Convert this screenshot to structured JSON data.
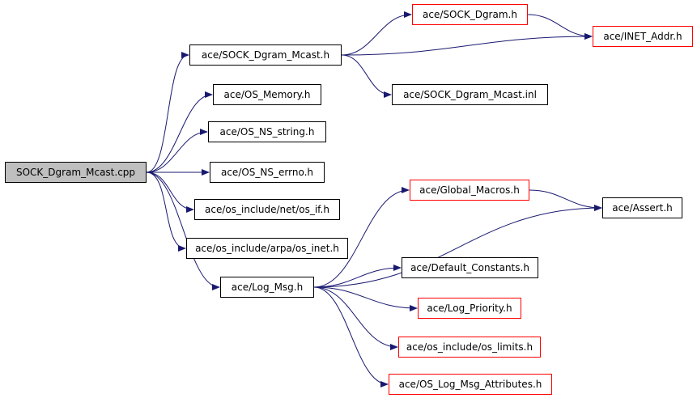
{
  "graph": {
    "colors": {
      "edge": "#191970",
      "border": "#000000",
      "border_linked": "#ff0000",
      "root_fill": "#bfbfbf",
      "node_fill": "#ffffff"
    },
    "nodes": [
      {
        "id": "root",
        "label": "SOCK_Dgram_Mcast.cpp",
        "style": "root"
      },
      {
        "id": "mcast_h",
        "label": "ace/SOCK_Dgram_Mcast.h",
        "style": "black"
      },
      {
        "id": "sock_dgram",
        "label": "ace/SOCK_Dgram.h",
        "style": "red"
      },
      {
        "id": "inet_addr",
        "label": "ace/INET_Addr.h",
        "style": "red"
      },
      {
        "id": "mcast_inl",
        "label": "ace/SOCK_Dgram_Mcast.inl",
        "style": "black"
      },
      {
        "id": "os_memory",
        "label": "ace/OS_Memory.h",
        "style": "black"
      },
      {
        "id": "os_ns_string",
        "label": "ace/OS_NS_string.h",
        "style": "black"
      },
      {
        "id": "os_ns_errno",
        "label": "ace/OS_NS_errno.h",
        "style": "black"
      },
      {
        "id": "os_if",
        "label": "ace/os_include/net/os_if.h",
        "style": "black"
      },
      {
        "id": "os_inet",
        "label": "ace/os_include/arpa/os_inet.h",
        "style": "black"
      },
      {
        "id": "log_msg",
        "label": "ace/Log_Msg.h",
        "style": "black"
      },
      {
        "id": "global_macros",
        "label": "ace/Global_Macros.h",
        "style": "red"
      },
      {
        "id": "assert",
        "label": "ace/Assert.h",
        "style": "black"
      },
      {
        "id": "default_constants",
        "label": "ace/Default_Constants.h",
        "style": "black"
      },
      {
        "id": "log_priority",
        "label": "ace/Log_Priority.h",
        "style": "red"
      },
      {
        "id": "os_limits",
        "label": "ace/os_include/os_limits.h",
        "style": "red"
      },
      {
        "id": "log_msg_attr",
        "label": "ace/OS_Log_Msg_Attributes.h",
        "style": "red"
      }
    ],
    "edges": [
      [
        "root",
        "mcast_h"
      ],
      [
        "root",
        "os_memory"
      ],
      [
        "root",
        "os_ns_string"
      ],
      [
        "root",
        "os_ns_errno"
      ],
      [
        "root",
        "os_if"
      ],
      [
        "root",
        "os_inet"
      ],
      [
        "root",
        "log_msg"
      ],
      [
        "mcast_h",
        "sock_dgram"
      ],
      [
        "mcast_h",
        "inet_addr"
      ],
      [
        "mcast_h",
        "mcast_inl"
      ],
      [
        "sock_dgram",
        "inet_addr"
      ],
      [
        "log_msg",
        "global_macros"
      ],
      [
        "log_msg",
        "assert"
      ],
      [
        "log_msg",
        "default_constants"
      ],
      [
        "log_msg",
        "log_priority"
      ],
      [
        "log_msg",
        "os_limits"
      ],
      [
        "log_msg",
        "log_msg_attr"
      ],
      [
        "global_macros",
        "assert"
      ]
    ]
  }
}
